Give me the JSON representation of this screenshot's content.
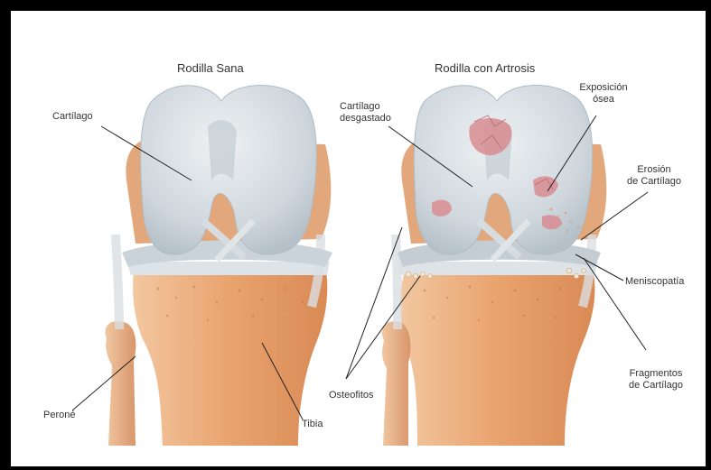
{
  "titles": {
    "healthy": "Rodilla Sana",
    "arthritic": "Rodilla con Artrosis"
  },
  "labels": {
    "cartilage": "Cartílago",
    "peroneal": "Peroné",
    "tibia": "Tibia",
    "worn_cartilage_1": "Cartílago",
    "worn_cartilage_2": "desgastado",
    "bone_exposure_1": "Exposición",
    "bone_exposure_2": "ósea",
    "cartilage_erosion_1": "Erosión",
    "cartilage_erosion_2": "de Cartílago",
    "meniscopathy": "Meniscopatía",
    "osteophytes": "Osteofitos",
    "cartilage_fragments_1": "Fragmentos",
    "cartilage_fragments_2": "de Cartílago"
  },
  "colors": {
    "cartilage": "#d4dbe0",
    "bone": "#e8a673",
    "lesion": "#d2848c"
  }
}
